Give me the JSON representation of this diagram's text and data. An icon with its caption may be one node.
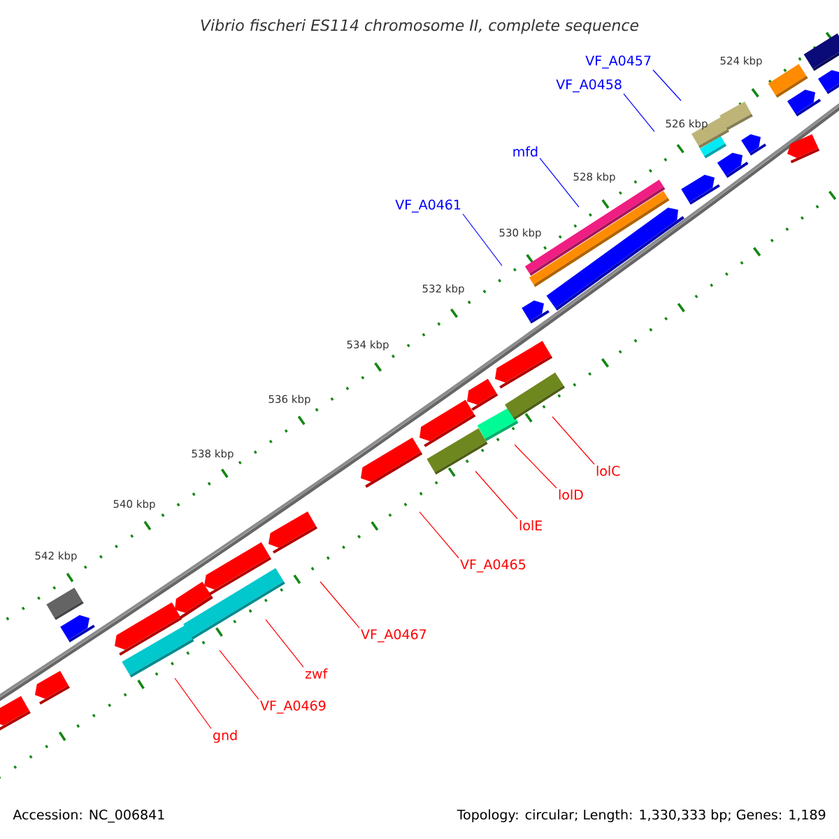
{
  "diagram": {
    "title": "Vibrio fischeri ES114 chromosome II, complete sequence",
    "nodes": [
      {
        "text": [
          "VF_A0457"
        ]
      },
      {
        "text": [
          "VF_A0458"
        ]
      },
      {
        "text": [
          "mfd"
        ]
      },
      {
        "text": [
          "VF_A0461"
        ]
      },
      {
        "text": [
          "lolC"
        ]
      },
      {
        "text": [
          "lolD"
        ]
      },
      {
        "text": [
          "lolE"
        ]
      },
      {
        "text": [
          "VF_A0465"
        ]
      },
      {
        "text": [
          "VF_A0467"
        ]
      },
      {
        "text": [
          "zwf"
        ]
      },
      {
        "text": [
          "VF_A0469"
        ]
      },
      {
        "text": [
          "gnd"
        ]
      }
    ],
    "edges": [
      {
        "from": 0,
        "to": null,
        "arrow": "none",
        "color": "#0000ff"
      },
      {
        "from": 1,
        "to": null,
        "arrow": "none",
        "color": "#0000ff"
      },
      {
        "from": 2,
        "to": null,
        "arrow": "none",
        "color": "#0000ff"
      },
      {
        "from": 3,
        "to": null,
        "arrow": "none",
        "color": "#0000ff"
      },
      {
        "from": 4,
        "to": null,
        "arrow": "none"
      },
      {
        "from": 5,
        "to": null,
        "arrow": "none"
      },
      {
        "from": 6,
        "to": null,
        "arrow": "none"
      },
      {
        "from": 7,
        "to": null,
        "arrow": "none"
      },
      {
        "from": 8,
        "to": null,
        "arrow": "none"
      },
      {
        "from": 9,
        "to": null,
        "arrow": "none"
      },
      {
        "from": 10,
        "to": null,
        "arrow": "none"
      },
      {
        "from": 11,
        "to": null,
        "arrow": "none"
      }
    ],
    "labels": [
      "524 kbp",
      "526 kbp",
      "528 kbp",
      "530 kbp",
      "532 kbp",
      "534 kbp",
      "536 kbp",
      "538 kbp",
      "540 kbp",
      "542 kbp",
      "Accession: NC_006841",
      "Topology: circular; Length: 1,330,333 bp; Genes: 1,189"
    ]
  }
}
